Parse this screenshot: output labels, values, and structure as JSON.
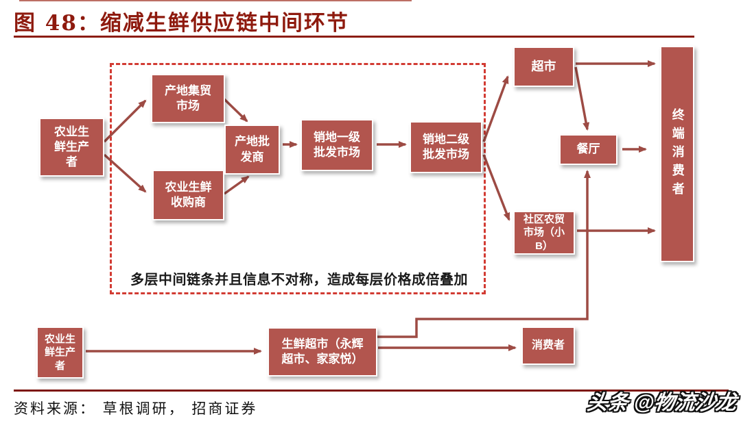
{
  "title": "图 48：缩减生鲜供应链中间环节",
  "chain": {
    "producer_top": "农业生鲜生产者",
    "origin_market": "产地集贸市场",
    "purchaser": "农业生鲜收购商",
    "origin_wholesaler": "产地批发商",
    "dest_wholesale_level1": "销地一级批发市场",
    "dest_wholesale_level2": "销地二级批发市场",
    "supermarket": "超市",
    "restaurant": "餐厅",
    "community_market": "社区农贸市场（小B）",
    "end_consumer": "终端消费者"
  },
  "direct_chain": {
    "producer_bottom": "农业生鲜生产者",
    "fresh_supermarket": "生鲜超市（永辉超市、家家悦）",
    "consumer": "消费者"
  },
  "annotation": "多层中间链条并且信息不对称，造成每层价格成倍叠加",
  "source_note": "资料来源： 草根调研， 招商证券",
  "watermark": "头条 @物流沙龙",
  "colors": {
    "box_fill": "#b2554e",
    "arrow": "#9d4b44",
    "dashed_border": "#d23b33",
    "title_red": "#8e1a0e",
    "rule_red": "#7d150b"
  }
}
